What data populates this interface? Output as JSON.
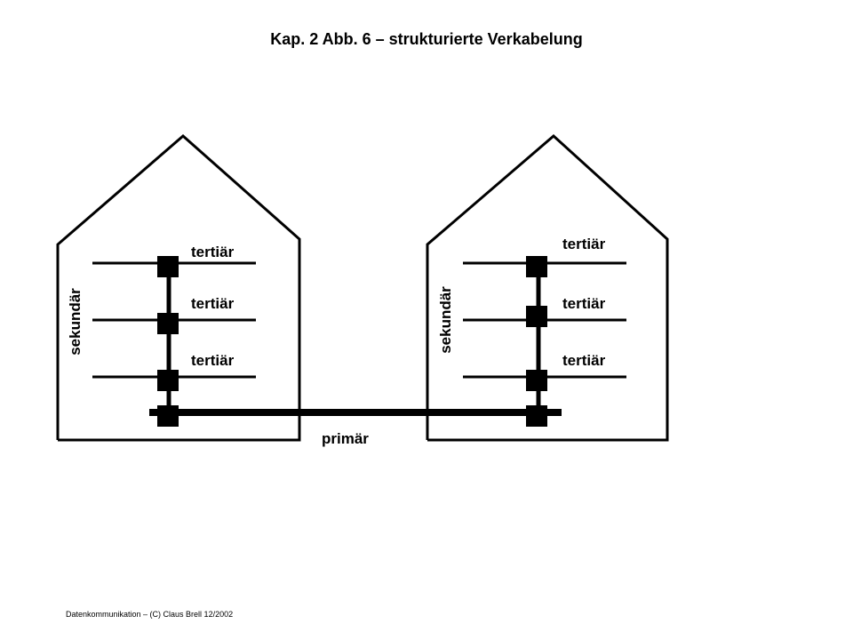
{
  "title": "Kap. 2 Abb. 6 – strukturierte Verkabelung",
  "labels": {
    "tertiary": "tertiär",
    "secondary": "sekundär",
    "primary": "primär"
  },
  "footer": "Datenkommunikation – (C) Claus Brell 12/2002"
}
